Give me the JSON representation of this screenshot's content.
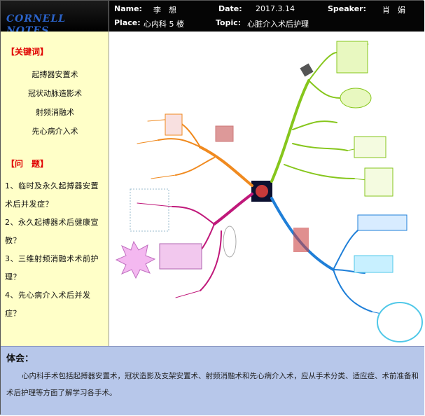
{
  "header": {
    "brand": "CORNELL　NOTES",
    "name_label": "Name:",
    "name_value": "李　想",
    "date_label": "Date:",
    "date_value": "2017.3.14",
    "speaker_label": "Speaker:",
    "speaker_value": "肖　娟",
    "place_label": "Place:",
    "place_value": "心内科 5 楼",
    "topic_label": "Topic:",
    "topic_value": "心脏介入术后护理"
  },
  "keywords": {
    "title": "【关键词】",
    "items": [
      "起搏器安置术",
      "冠状动脉造影术",
      "射频消融术",
      "先心病介入术"
    ]
  },
  "questions": {
    "title": "【问　题】",
    "items": [
      "1、临时及永久起搏器安置术后并发症？",
      "2、永久起搏器术后健康宣教？",
      "3、三维射频消融术术前护理？",
      "4、先心病介入术后并发症？"
    ]
  },
  "mindmap": {
    "colors": {
      "green": "#86c61c",
      "orange": "#f08a1f",
      "magenta": "#c0187a",
      "blue": "#1f7fd8",
      "pink": "#e8a0e0",
      "cyan": "#50c8e8"
    }
  },
  "footer": {
    "title": "体会：",
    "body": "心内科手术包括起搏器安置术，冠状造影及支架安置术、射频消融术和先心病介入术，应从手术分类、适应症、术前准备和术后护理等方面了解学习各手术。"
  }
}
